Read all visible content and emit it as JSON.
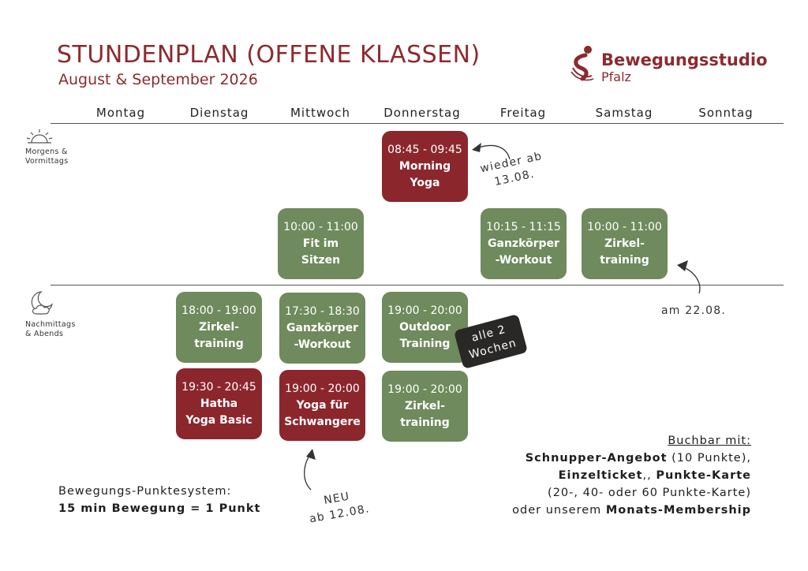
{
  "header": {
    "title": "STUNDENPLAN (OFFENE KLASSEN)",
    "subtitle": "August & September 2026",
    "brand_name": "Bewegungsstudio",
    "brand_sub": "Pfalz",
    "brand_color": "#8c2a2f"
  },
  "days": [
    "Montag",
    "Dienstag",
    "Mittwoch",
    "Donnerstag",
    "Freitag",
    "Samstag",
    "Sonntag"
  ],
  "periods": {
    "morning": {
      "icon": "sunrise-icon",
      "line1": "Morgens &",
      "line2": "Vormittags"
    },
    "evening": {
      "icon": "moon-cloud-icon",
      "line1": "Nachmittags",
      "line2": "& Abends"
    }
  },
  "classes": {
    "morning_yoga": {
      "time": "08:45 - 09:45",
      "name": "Morning\nYoga"
    },
    "fit_sitzen": {
      "time": "10:00 - 11:00",
      "name": "Fit im\nSitzen"
    },
    "ganz_fr": {
      "time": "10:15 - 11:15",
      "name": "Ganzkörper\n-Workout"
    },
    "zirkel_sa": {
      "time": "10:00 - 11:00",
      "name": "Zirkel-\ntraining"
    },
    "zirkel_di": {
      "time": "18:00 - 19:00",
      "name": "Zirkel-\ntraining"
    },
    "ganz_mi": {
      "time": "17:30 - 18:30",
      "name": "Ganzkörper\n-Workout"
    },
    "outdoor_do": {
      "time": "19:00 - 20:00",
      "name": "Outdoor\nTraining"
    },
    "hatha_di": {
      "time": "19:30 - 20:45",
      "name": "Hatha\nYoga Basic"
    },
    "schwangere_mi": {
      "time": "19:00 - 20:00",
      "name": "Yoga für\nSchwangere"
    },
    "zirkel_do": {
      "time": "19:00 - 20:00",
      "name": "Zirkel-\ntraining"
    }
  },
  "colors": {
    "green": "#6f8a5c",
    "red": "#8c262d",
    "badge": "#2a2826"
  },
  "notes": {
    "wieder_1": "wieder ab",
    "wieder_2": "13.08.",
    "am": "am 22.08.",
    "neu_1": "NEU",
    "neu_2": "ab 12.08.",
    "badge_1": "alle 2",
    "badge_2": "Wochen"
  },
  "points": {
    "line1": "Bewegungs-Punktesystem:",
    "line2": "15 min Bewegung = 1 Punkt"
  },
  "booking": {
    "heading": "Buchbar mit:",
    "opt1_bold": "Schnupper-Angebot",
    "opt1_rest": " (10 Punkte),",
    "opt2_bold": "Einzelticket",
    "opt2_mid": ",, ",
    "opt2_bold2": "Punkte-Karte",
    "opt3": "(20-, 40- oder 60 Punkte-Karte)",
    "opt4_pre": "oder unserem ",
    "opt4_bold": "Monats-Membership"
  }
}
